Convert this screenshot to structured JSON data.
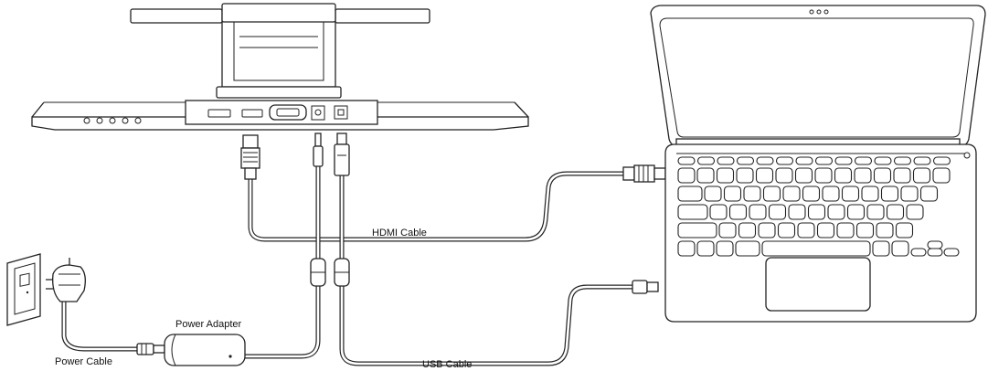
{
  "labels": {
    "hdmi_cable": "HDMI Cable",
    "usb_cable": "USB Cable",
    "power_adapter": "Power Adapter",
    "power_cable": "Power Cable"
  },
  "colors": {
    "line": "#222222",
    "background": "#ffffff"
  },
  "icons": {
    "monitor": "monitor-back-icon",
    "laptop": "laptop-icon",
    "wall_socket": "wall-socket-icon",
    "plug": "uk-plug-icon",
    "adapter": "power-adapter-icon"
  }
}
